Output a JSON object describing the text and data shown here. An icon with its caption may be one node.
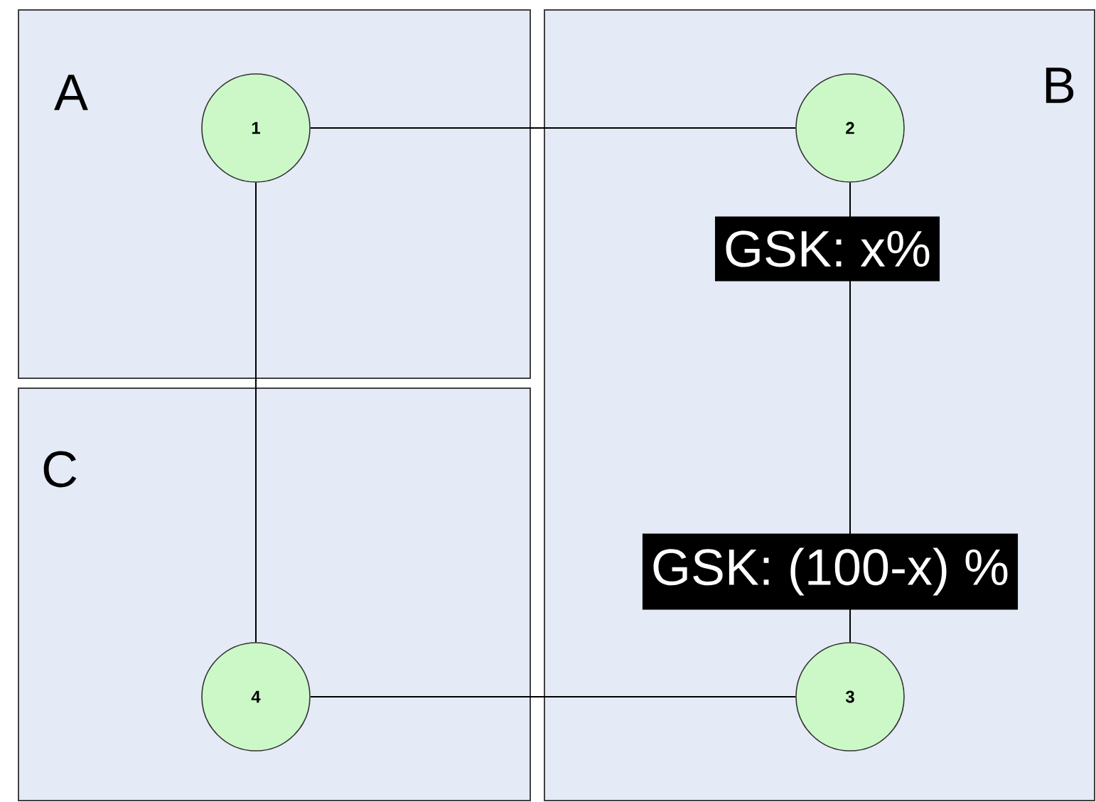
{
  "diagram": {
    "nodes": [
      {
        "text": [
          "A"
        ]
      },
      {
        "text": [
          "B"
        ]
      },
      {
        "text": [
          "C"
        ]
      },
      {
        "text": [
          "1"
        ],
        "in": 0
      },
      {
        "text": [
          "2"
        ],
        "in": 1
      },
      {
        "text": [
          "3"
        ],
        "in": 1
      },
      {
        "text": [
          "4"
        ],
        "in": 2
      }
    ],
    "edges": [
      {
        "from": 3,
        "to": 4,
        "arrow": "none"
      },
      {
        "from": 3,
        "to": 6,
        "arrow": "none"
      },
      {
        "from": 6,
        "to": 5,
        "arrow": "none"
      },
      {
        "from": 4,
        "to": 5,
        "arrow": "none"
      }
    ],
    "labels": [
      "GSK: x%",
      "GSK: (100-x) %"
    ]
  }
}
